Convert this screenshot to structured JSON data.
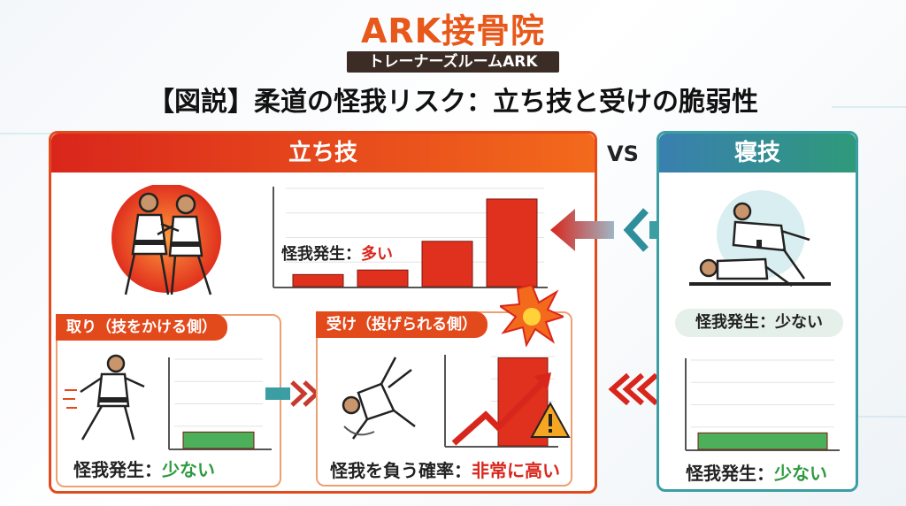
{
  "header": {
    "brand": "ARK接骨院",
    "sub_brand": "トレーナーズルームARK",
    "headline": "【図説】柔道の怪我リスク：立ち技と受けの脆弱性"
  },
  "vs_label": "VS",
  "tachiwaza": {
    "title": "立ち技",
    "chart_label_prefix": "怪我発生：",
    "chart_label_value": "多い",
    "chart_data": {
      "type": "bar",
      "categories": [
        "",
        "",
        "",
        ""
      ],
      "values": [
        8,
        11,
        30,
        58
      ],
      "ylim": [
        0,
        65
      ],
      "grid": true
    }
  },
  "tori": {
    "label": "取り（技をかける側）",
    "caption_prefix": "怪我発生：",
    "caption_value": "少ない",
    "chart_data": {
      "type": "bar",
      "values": [
        12
      ],
      "ylim": [
        0,
        65
      ],
      "grid": true
    }
  },
  "uke": {
    "label": "受け（投げられる側）",
    "caption_prefix": "怪我を負う確率：",
    "caption_value": "非常に高い",
    "chart_data": {
      "type": "bar",
      "values": [
        64
      ],
      "ylim": [
        0,
        65
      ],
      "grid": true
    }
  },
  "newaza": {
    "title": "寝技",
    "pill_text": "怪我発生：少ない",
    "caption_prefix": "怪我発生：",
    "caption_value": "少ない",
    "chart_data": {
      "type": "bar",
      "values": [
        12
      ],
      "ylim": [
        0,
        65
      ],
      "grid": true
    }
  },
  "colors": {
    "orange": "#e8581a",
    "red": "#d9261c",
    "teal": "#2e8f9a",
    "green": "#2e9a3e",
    "bar_red": "#e0301e",
    "bar_green": "#4caf5a"
  },
  "icons": [
    "judo-pair-icon",
    "throw-icon",
    "falling-icon",
    "groundwork-icon",
    "explosion-icon",
    "warning-icon",
    "arrow-icon"
  ]
}
